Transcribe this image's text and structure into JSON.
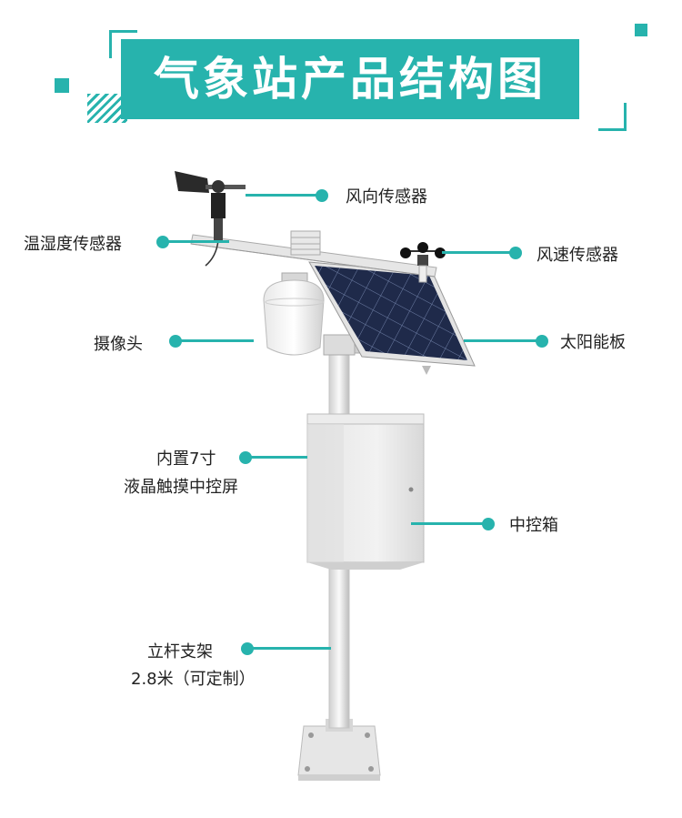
{
  "title": "气象站产品结构图",
  "colors": {
    "accent": "#27b3ad"
  },
  "labels": {
    "wind_direction": "风向传感器",
    "temp_humidity": "温湿度传感器",
    "wind_speed": "风速传感器",
    "camera": "摄像头",
    "solar_panel": "太阳能板",
    "screen_line1": "内置7寸",
    "screen_line2": "液晶触摸中控屏",
    "control_box": "中控箱",
    "pole_line1": "立杆支架",
    "pole_line2": "2.8米（可定制）"
  }
}
